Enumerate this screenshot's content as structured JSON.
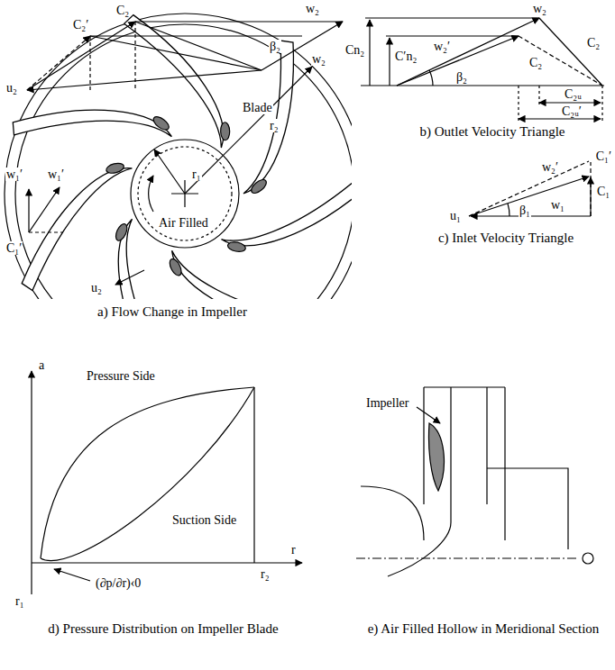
{
  "diagram": {
    "labels": [
      "C₂′",
      "C₂",
      "w₂",
      "u₂",
      "β₂",
      "w₂",
      "w₁′",
      "w₁′",
      "C₁′",
      "u₂",
      "Blade",
      "r₁",
      "r₂",
      "Air Filled",
      "a) Flow Change in Impeller",
      "w₂",
      "Cn₂",
      "w₂′",
      "C′n₂",
      "C₂",
      "C₂",
      "β₂",
      "C₂ᵤ",
      "C₂ᵤ′",
      "b) Outlet Velocity Triangle",
      "w₂′",
      "C₁′",
      "w₁",
      "C₁",
      "u₁",
      "β₁",
      "c) Inlet Velocity Triangle",
      "a",
      "Pressure Side",
      "Suction Side",
      "r",
      "r₂",
      "r₁",
      "(∂p/∂r)‹0",
      "d) Pressure Distribution on Impeller Blade",
      "Impeller",
      "e) Air Filled Hollow in Meridional Section"
    ]
  }
}
